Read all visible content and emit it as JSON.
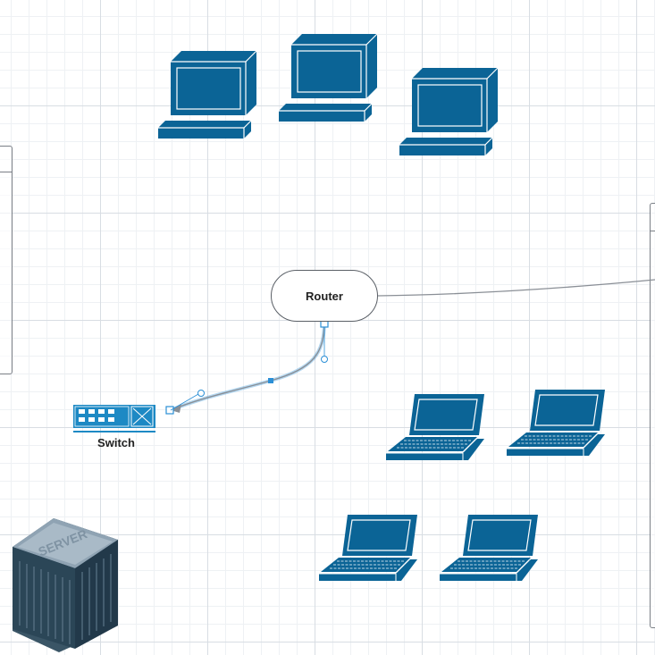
{
  "diagram": {
    "router": {
      "label": "Router"
    },
    "switch": {
      "label": "Switch"
    },
    "server": {
      "label": "SERVER"
    }
  },
  "colors": {
    "device_blue": "#0b6496",
    "switch_blue": "#1d89c4",
    "connector": "#8a8f96",
    "selection": "#2b8fd6"
  }
}
